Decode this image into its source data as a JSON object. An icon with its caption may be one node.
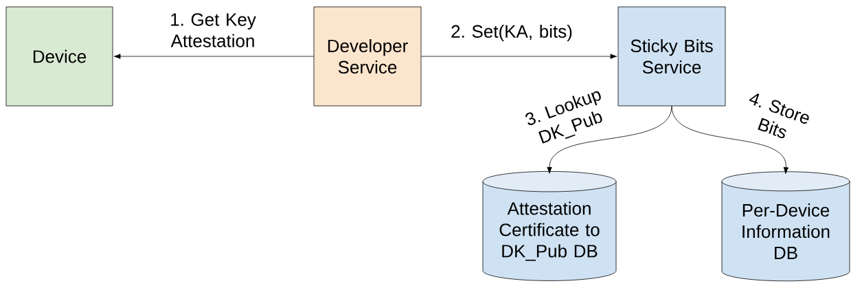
{
  "diagram": {
    "nodes": [
      {
        "text": [
          "Device"
        ]
      },
      {
        "text": [
          "Developer Service"
        ]
      },
      {
        "text": [
          "Sticky Bits Service"
        ]
      },
      {
        "text": [
          "Attestation Certificate to DK_Pub DB"
        ]
      },
      {
        "text": [
          "Per-Device Information DB"
        ]
      }
    ],
    "edges": [
      {
        "from": 1,
        "to": 0,
        "arrow": "to",
        "label": "1. Get Key Attestation"
      },
      {
        "from": 1,
        "to": 2,
        "arrow": "to",
        "label": "2. Set(KA, bits)"
      },
      {
        "from": 2,
        "to": 3,
        "arrow": "to",
        "label": "3. Lookup DK_Pub"
      },
      {
        "from": 2,
        "to": 4,
        "arrow": "to",
        "label": "4. Store Bits"
      }
    ]
  }
}
